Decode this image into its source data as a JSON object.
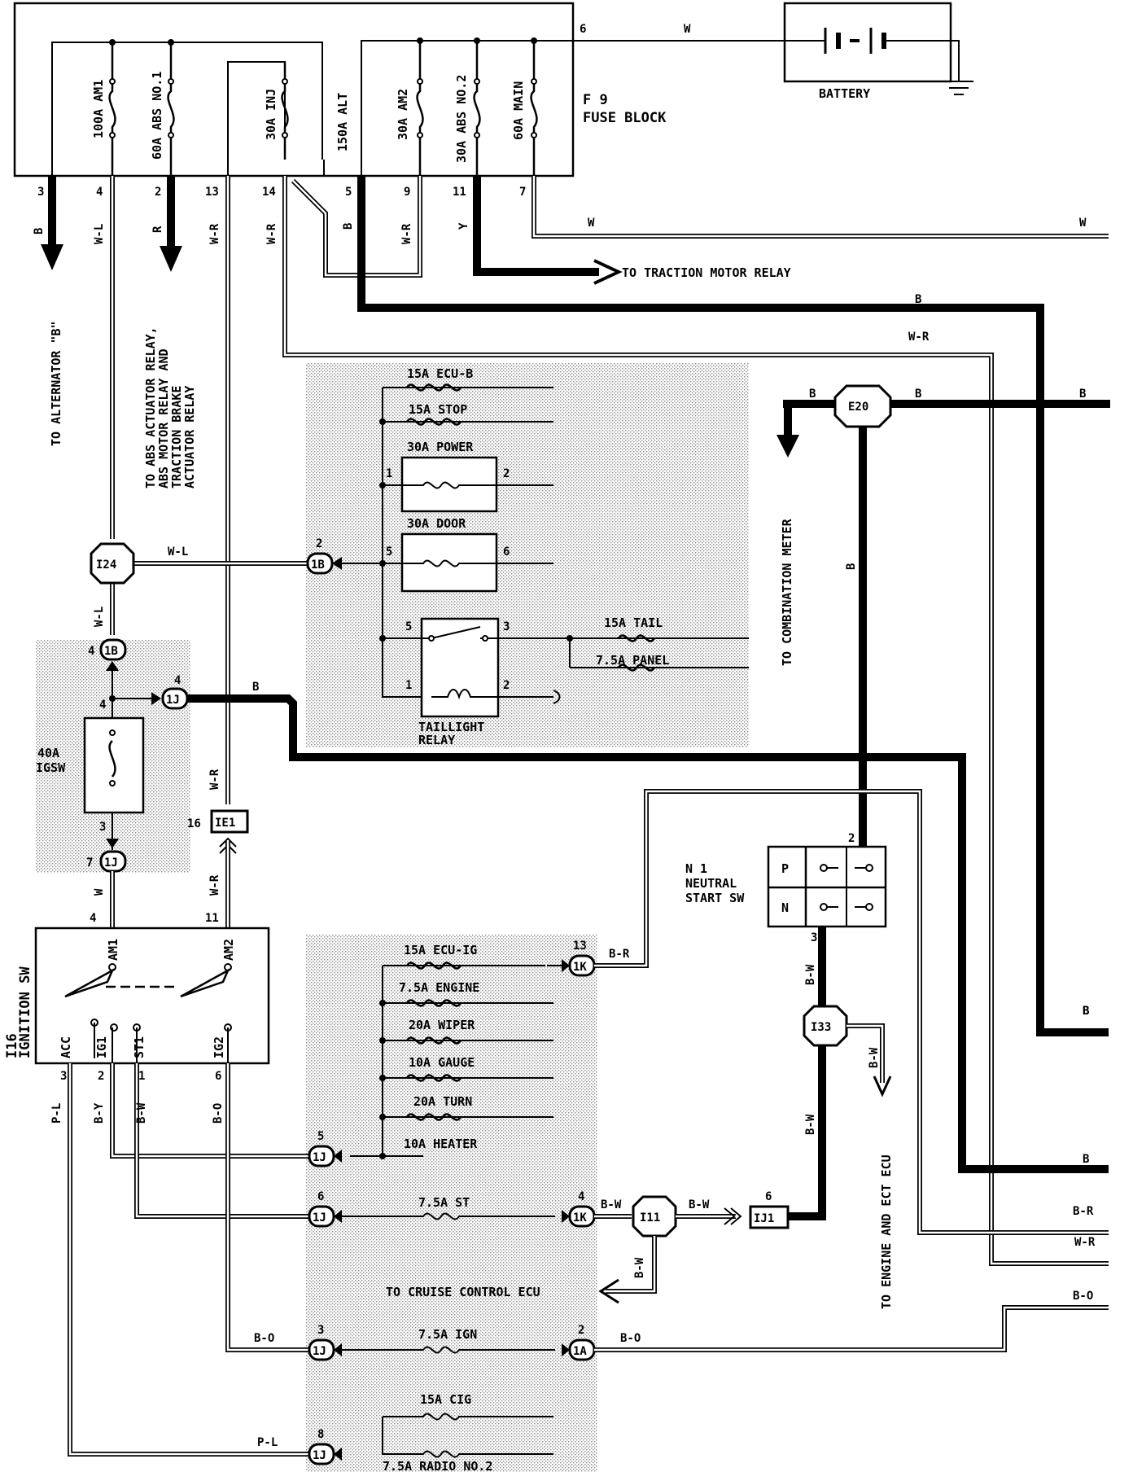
{
  "fuse_block": {
    "id_label": "F 9",
    "name_label": "FUSE BLOCK",
    "fuses": [
      {
        "label": "100A AM1"
      },
      {
        "label": "60A ABS NO.1"
      },
      {
        "label": "30A INJ"
      },
      {
        "label": "150A ALT"
      },
      {
        "label": "30A AM2"
      },
      {
        "label": "30A ABS NO.2"
      },
      {
        "label": "60A MAIN"
      }
    ],
    "pins": [
      "3",
      "4",
      "2",
      "13",
      "14",
      "5",
      "9",
      "11",
      "7",
      "6"
    ]
  },
  "battery": {
    "label": "BATTERY"
  },
  "wires": {
    "B": "B",
    "W": "W",
    "W_L": "W-L",
    "R": "R",
    "W_R": "W-R",
    "Y": "Y",
    "B_R": "B-R",
    "B_W": "B-W",
    "B_Y": "B-Y",
    "B_O": "B-O",
    "P_L": "P-L"
  },
  "destinations": {
    "alternator": "TO ALTERNATOR \"B\"",
    "abs_relays": [
      "TO ABS ACTUATOR RELAY,",
      "ABS MOTOR RELAY AND",
      "TRACTION BRAKE",
      "ACTUATOR RELAY"
    ],
    "traction": "TO TRACTION MOTOR RELAY",
    "combination_meter": "TO COMBINATION METER",
    "engine_ecu": "TO ENGINE AND ECT ECU",
    "cruise": "TO CRUISE CONTROL ECU"
  },
  "upper_panel": {
    "fuses": [
      "15A ECU-B",
      "15A STOP",
      "30A POWER",
      "30A DOOR",
      "15A TAIL",
      "7.5A PANEL"
    ],
    "relay_label": [
      "TAILLIGHT",
      "RELAY"
    ],
    "pins": {
      "power_l": "1",
      "power_r": "2",
      "door_l": "5",
      "door_r": "6",
      "relay_tl": "5",
      "relay_tr": "3",
      "relay_bl": "1",
      "relay_br": "2"
    }
  },
  "lower_panel": {
    "fuses": [
      "15A ECU-IG",
      "7.5A ENGINE",
      "20A WIPER",
      "10A GAUGE",
      "20A TURN",
      "10A HEATER",
      "7.5A ST",
      "7.5A IGN",
      "15A CIG",
      "7.5A RADIO NO.2"
    ]
  },
  "left_panel": {
    "fuse_label": [
      "40A",
      "IGSW"
    ],
    "pins": {
      "top": "4",
      "bottom": "3"
    }
  },
  "connectors": {
    "I24": "I24",
    "E20": "E20",
    "I33": "I33",
    "I11": "I11",
    "c1B": "1B",
    "c1B2": "1B",
    "c1J": "1J",
    "c1J7": "1J",
    "c1K": "1K",
    "c1J5": "1J",
    "c1J6": "1J",
    "c1K4": "1K",
    "c1J3": "1J",
    "c1A": "1A",
    "c1J8": "1J",
    "IE1": "IE1",
    "IJ1": "IJ1"
  },
  "connector_pins": {
    "p1B": "2",
    "p1B_left": "4",
    "p1J": "4",
    "p1J7": "7",
    "pIE1": "16",
    "p1K13": "13",
    "p1J5": "5",
    "p1J6": "6",
    "p1K4": "4",
    "pIJ1": "6",
    "p1J3": "3",
    "p1A": "2",
    "p1J8": "8"
  },
  "ignition_switch": {
    "id_label": "I16",
    "name_label": "IGNITION SW",
    "terminals": [
      "AM1",
      "AM2",
      "ACC",
      "IG1",
      "ST1",
      "IG2"
    ],
    "pins": [
      "4",
      "11",
      "3",
      "2",
      "1",
      "6"
    ]
  },
  "neutral_switch": {
    "id_label": "N 1",
    "name_lines": [
      "NEUTRAL",
      "START SW"
    ],
    "positions": [
      "P",
      "N"
    ],
    "pins": {
      "top": "2",
      "bottom": "3"
    }
  }
}
